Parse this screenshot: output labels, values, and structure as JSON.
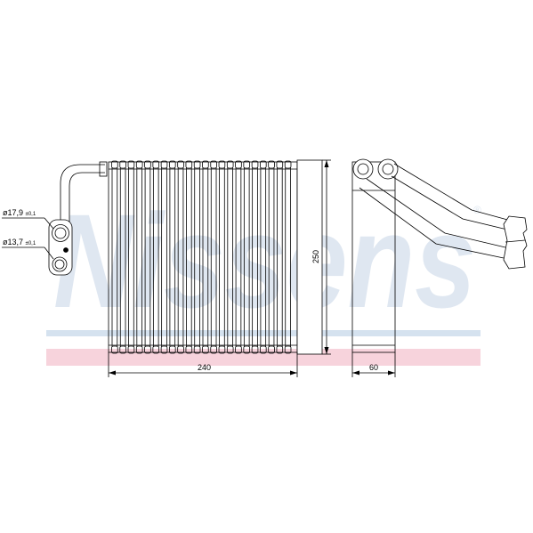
{
  "watermark": {
    "brand": "Nissens",
    "registered_mark": "®",
    "colors": {
      "text": "#dfe7f1",
      "blue_band": "#d5e2ef",
      "red_band": "#f7d3dc"
    }
  },
  "drawing": {
    "colors": {
      "line": "#000000",
      "fill": "#ffffff"
    },
    "dimensions": {
      "width_label": "240",
      "height_label": "250",
      "depth_label": "60"
    },
    "pipe_labels": {
      "large": {
        "prefix": "ø17,9",
        "tolerance": "±0,1"
      },
      "small": {
        "prefix": "ø13,7",
        "tolerance": "±0,1"
      }
    }
  }
}
